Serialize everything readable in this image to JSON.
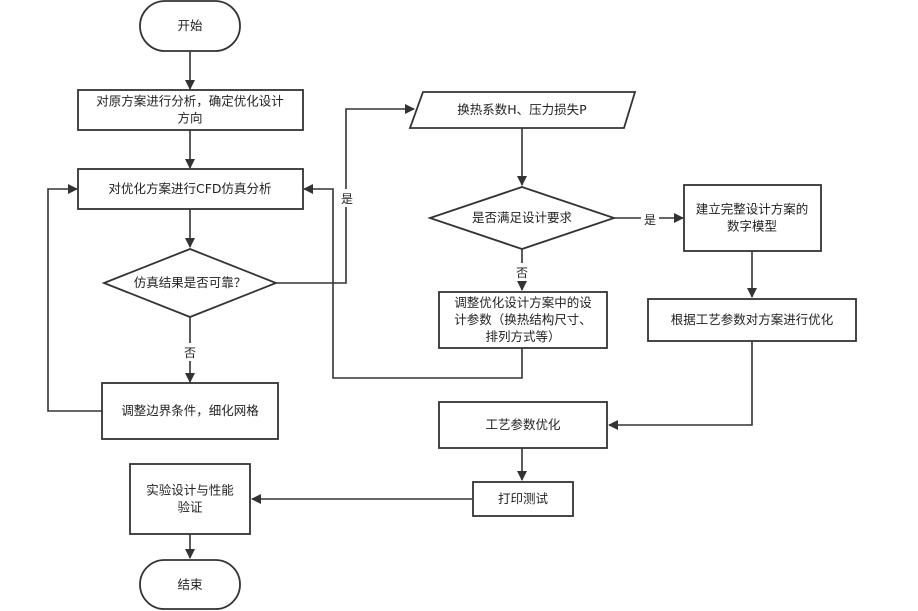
{
  "nodes": {
    "start": [
      "开始"
    ],
    "analyze_original": [
      "对原方案进行分析，确定优化设计",
      "方向"
    ],
    "cfd_analysis": [
      "对优化方案进行CFD仿真分析"
    ],
    "reliable_decision": [
      "仿真结果是否可靠？"
    ],
    "adjust_boundary": [
      "调整边界条件，细化网格"
    ],
    "heat_output": [
      "换热系数H、压力损失P"
    ],
    "requirement_decision": [
      "是否满足设计要求"
    ],
    "adjust_params": [
      "调整优化设计方案中的设",
      "计参数（换热结构尺寸、",
      "排列方式等）"
    ],
    "build_model": [
      "建立完整设计方案的",
      "数字模型"
    ],
    "process_optimize": [
      "根据工艺参数对方案进行优化"
    ],
    "process_params": [
      "工艺参数优化"
    ],
    "print_test": [
      "打印测试"
    ],
    "experiment": [
      "实验设计与性能",
      "验证"
    ],
    "end": [
      "结束"
    ]
  },
  "edge_labels": {
    "reliable_yes": "是",
    "reliable_no": "否",
    "requirement_yes": "是",
    "requirement_no": "否"
  }
}
